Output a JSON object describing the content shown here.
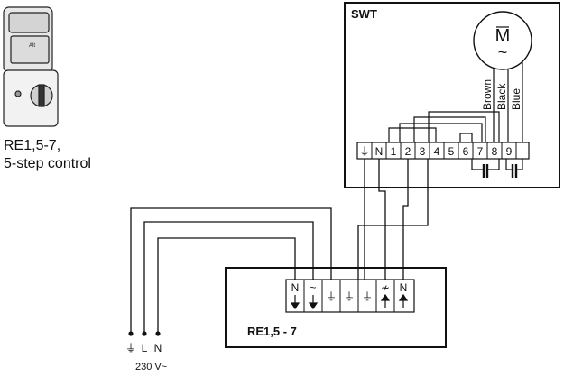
{
  "product": {
    "model_label": "RE1,5-7,",
    "desc_label": "5-step control"
  },
  "swt": {
    "title": "SWT",
    "motor_symbol": "M",
    "motor_tilde": "~",
    "wire_labels": [
      "Brown",
      "Black",
      "Blue"
    ],
    "terminals": [
      "⏚",
      "N",
      "1",
      "2",
      "3",
      "4",
      "5",
      "6",
      "7",
      "8",
      "9"
    ]
  },
  "controller": {
    "title": "RE1,5 - 7",
    "terminals": [
      "N",
      "~",
      "⏚",
      "⏚",
      "⏚",
      "≁",
      "N"
    ]
  },
  "supply": {
    "labels": [
      "⏚",
      "L",
      "N"
    ],
    "voltage": "230 V~"
  }
}
